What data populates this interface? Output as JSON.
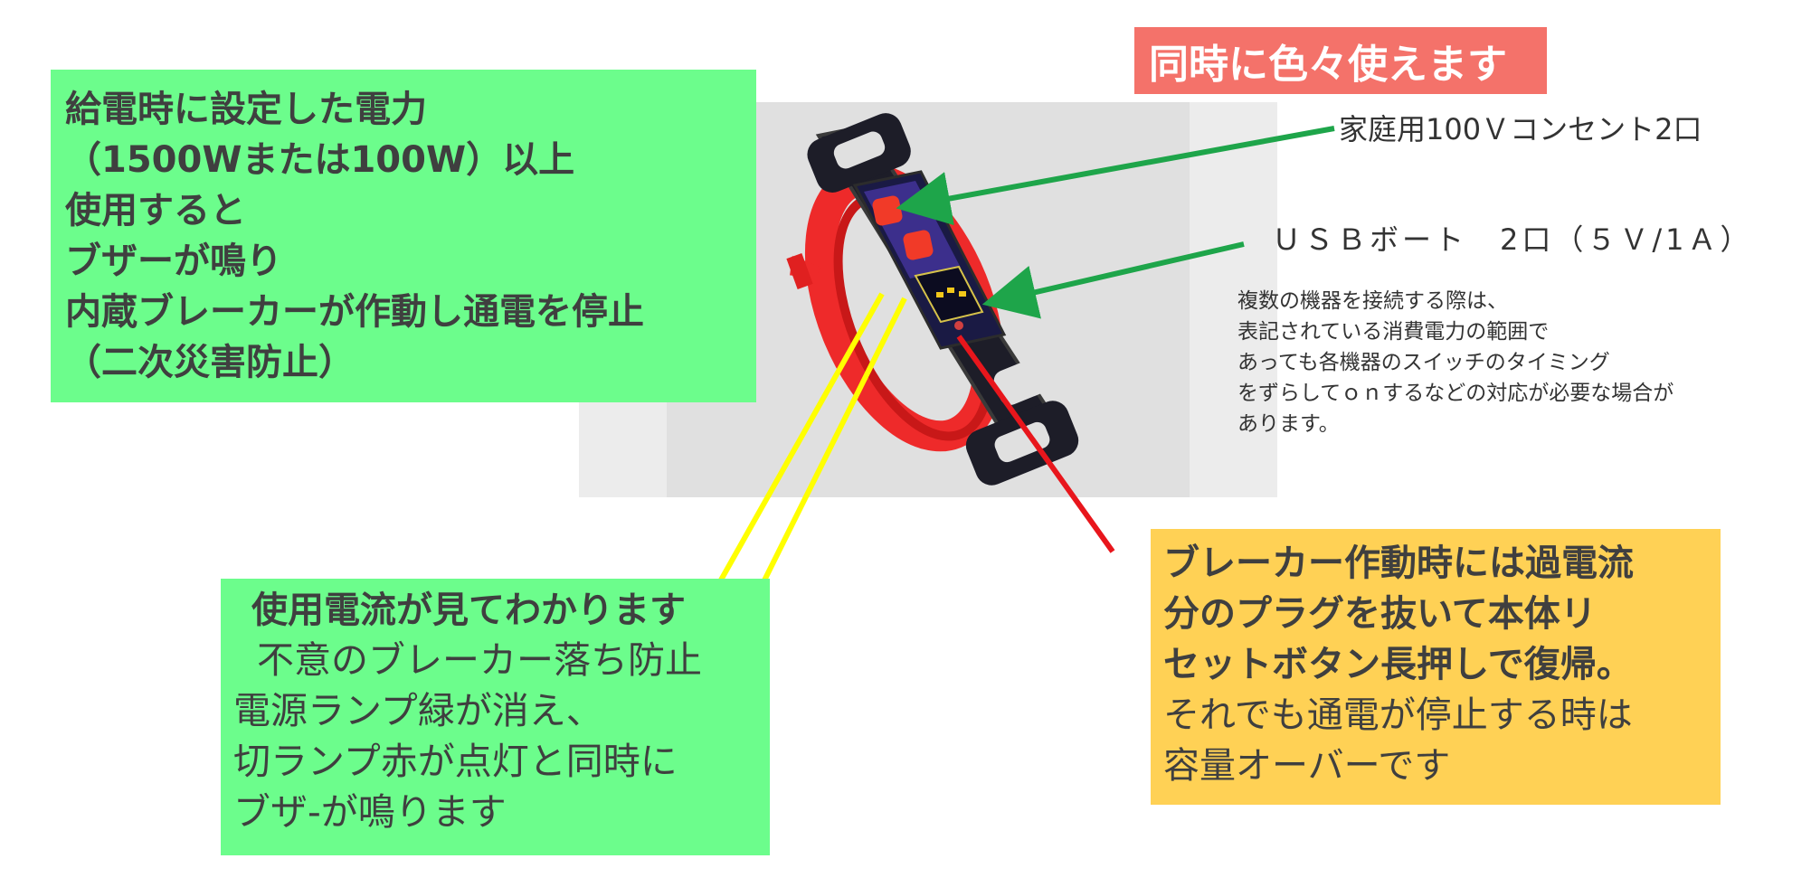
{
  "title_badge": "同時に色々使えます",
  "breaker_info": {
    "lines": [
      "給電時に設定した電力",
      "（1500Wまたは100W）以上",
      "使用すると",
      "ブザーが鳴り",
      "内蔵ブレーカーが作動し通電を停止",
      "（二次災害防止）"
    ]
  },
  "outlet_label": "家庭用100Ｖコンセント2口",
  "usb_label": "ＵＳＢボート　2口（５Ｖ/1Ａ）",
  "note": {
    "lines": [
      "複数の機器を接続する際は、",
      "表記されている消費電力の範囲で",
      "あっても各機器のスイッチのタイミング",
      "をずらしてｏｎするなどの対応が必要な場合が",
      "あります。"
    ]
  },
  "current_box": {
    "heading": "使用電流が見てわかります",
    "lines": [
      "不意のブレーカー落ち防止",
      "電源ランプ緑が消え、",
      "切ランプ赤が点灯と同時に",
      "ブザ-が鳴ります"
    ]
  },
  "reset_box": {
    "bold_lines": [
      "ブレーカー作動時には過電流",
      "分のプラグを抜いて本体リ",
      "セットボタン長押しで復帰。"
    ],
    "lines": [
      "それでも通電が停止する時は",
      "容量オーバーです"
    ]
  },
  "colors": {
    "green_box": "#6cfd8c",
    "yellow_box": "#ffd155",
    "title_badge": "#f4726a",
    "arrow_green": "#1ea54a",
    "arrow_yellow": "#ffff00",
    "arrow_red": "#e8161c",
    "cord_red": "#ee2a2a"
  }
}
